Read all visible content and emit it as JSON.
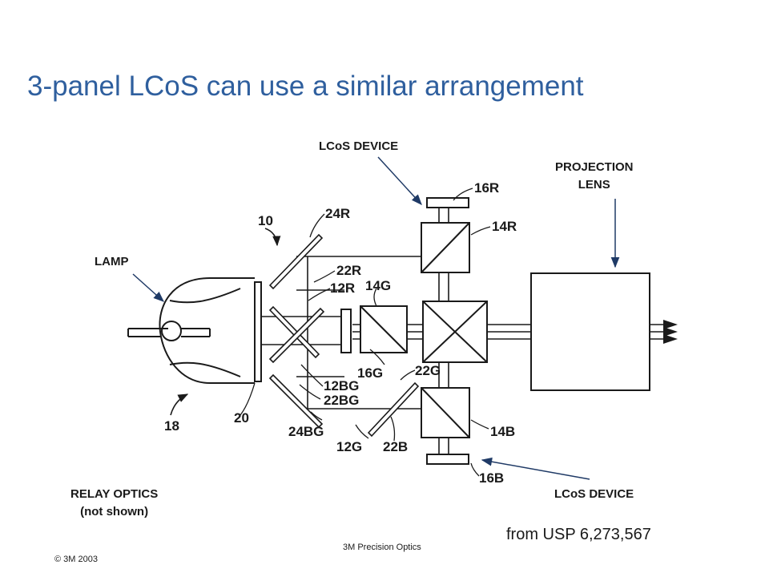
{
  "title": "3-panel LCoS can use a similar arrangement",
  "labels": {
    "lcos_top": "LCoS DEVICE",
    "projection_lens_line1": "PROJECTION",
    "projection_lens_line2": "LENS",
    "lamp": "LAMP",
    "relay_line1": "RELAY OPTICS",
    "relay_line2": "(not shown)",
    "lcos_bottom": "LCoS DEVICE"
  },
  "ref_numerals": {
    "n10": "10",
    "n24R": "24R",
    "n22R": "22R",
    "n12R": "12R",
    "n14G": "14G",
    "n16R": "16R",
    "n14R": "14R",
    "n12BG": "12BG",
    "n22BG": "22BG",
    "n16G": "16G",
    "n22G": "22G",
    "n24BG": "24BG",
    "n12G": "12G",
    "n22B": "22B",
    "n14B": "14B",
    "n16B": "16B",
    "n18": "18",
    "n20": "20"
  },
  "source": "from USP 6,273,567",
  "footer": {
    "copyright": "© 3M 2003",
    "center": "3M Precision Optics"
  },
  "colors": {
    "title": "#2f5f9e",
    "ink": "#1a1a1a",
    "callout": "#1f3a66"
  }
}
